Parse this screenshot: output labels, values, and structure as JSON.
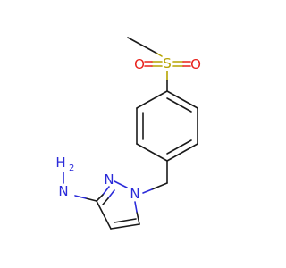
{
  "molecule": {
    "atoms": {
      "sulfur": "S",
      "oxygen_left": "O",
      "oxygen_right": "O",
      "ring_nitrogen_n2": "N",
      "ring_nitrogen_n1": "N",
      "amine_nitrogen": "N",
      "amine_hydrogen": "H",
      "amine_hydrogen_count": "2"
    },
    "colors": {
      "carbon_bond": "#1a1a1a",
      "nitrogen": "#2b2bd9",
      "sulfur": "#b5a300",
      "oxygen": "#e8201a",
      "background": "#ffffff"
    }
  }
}
